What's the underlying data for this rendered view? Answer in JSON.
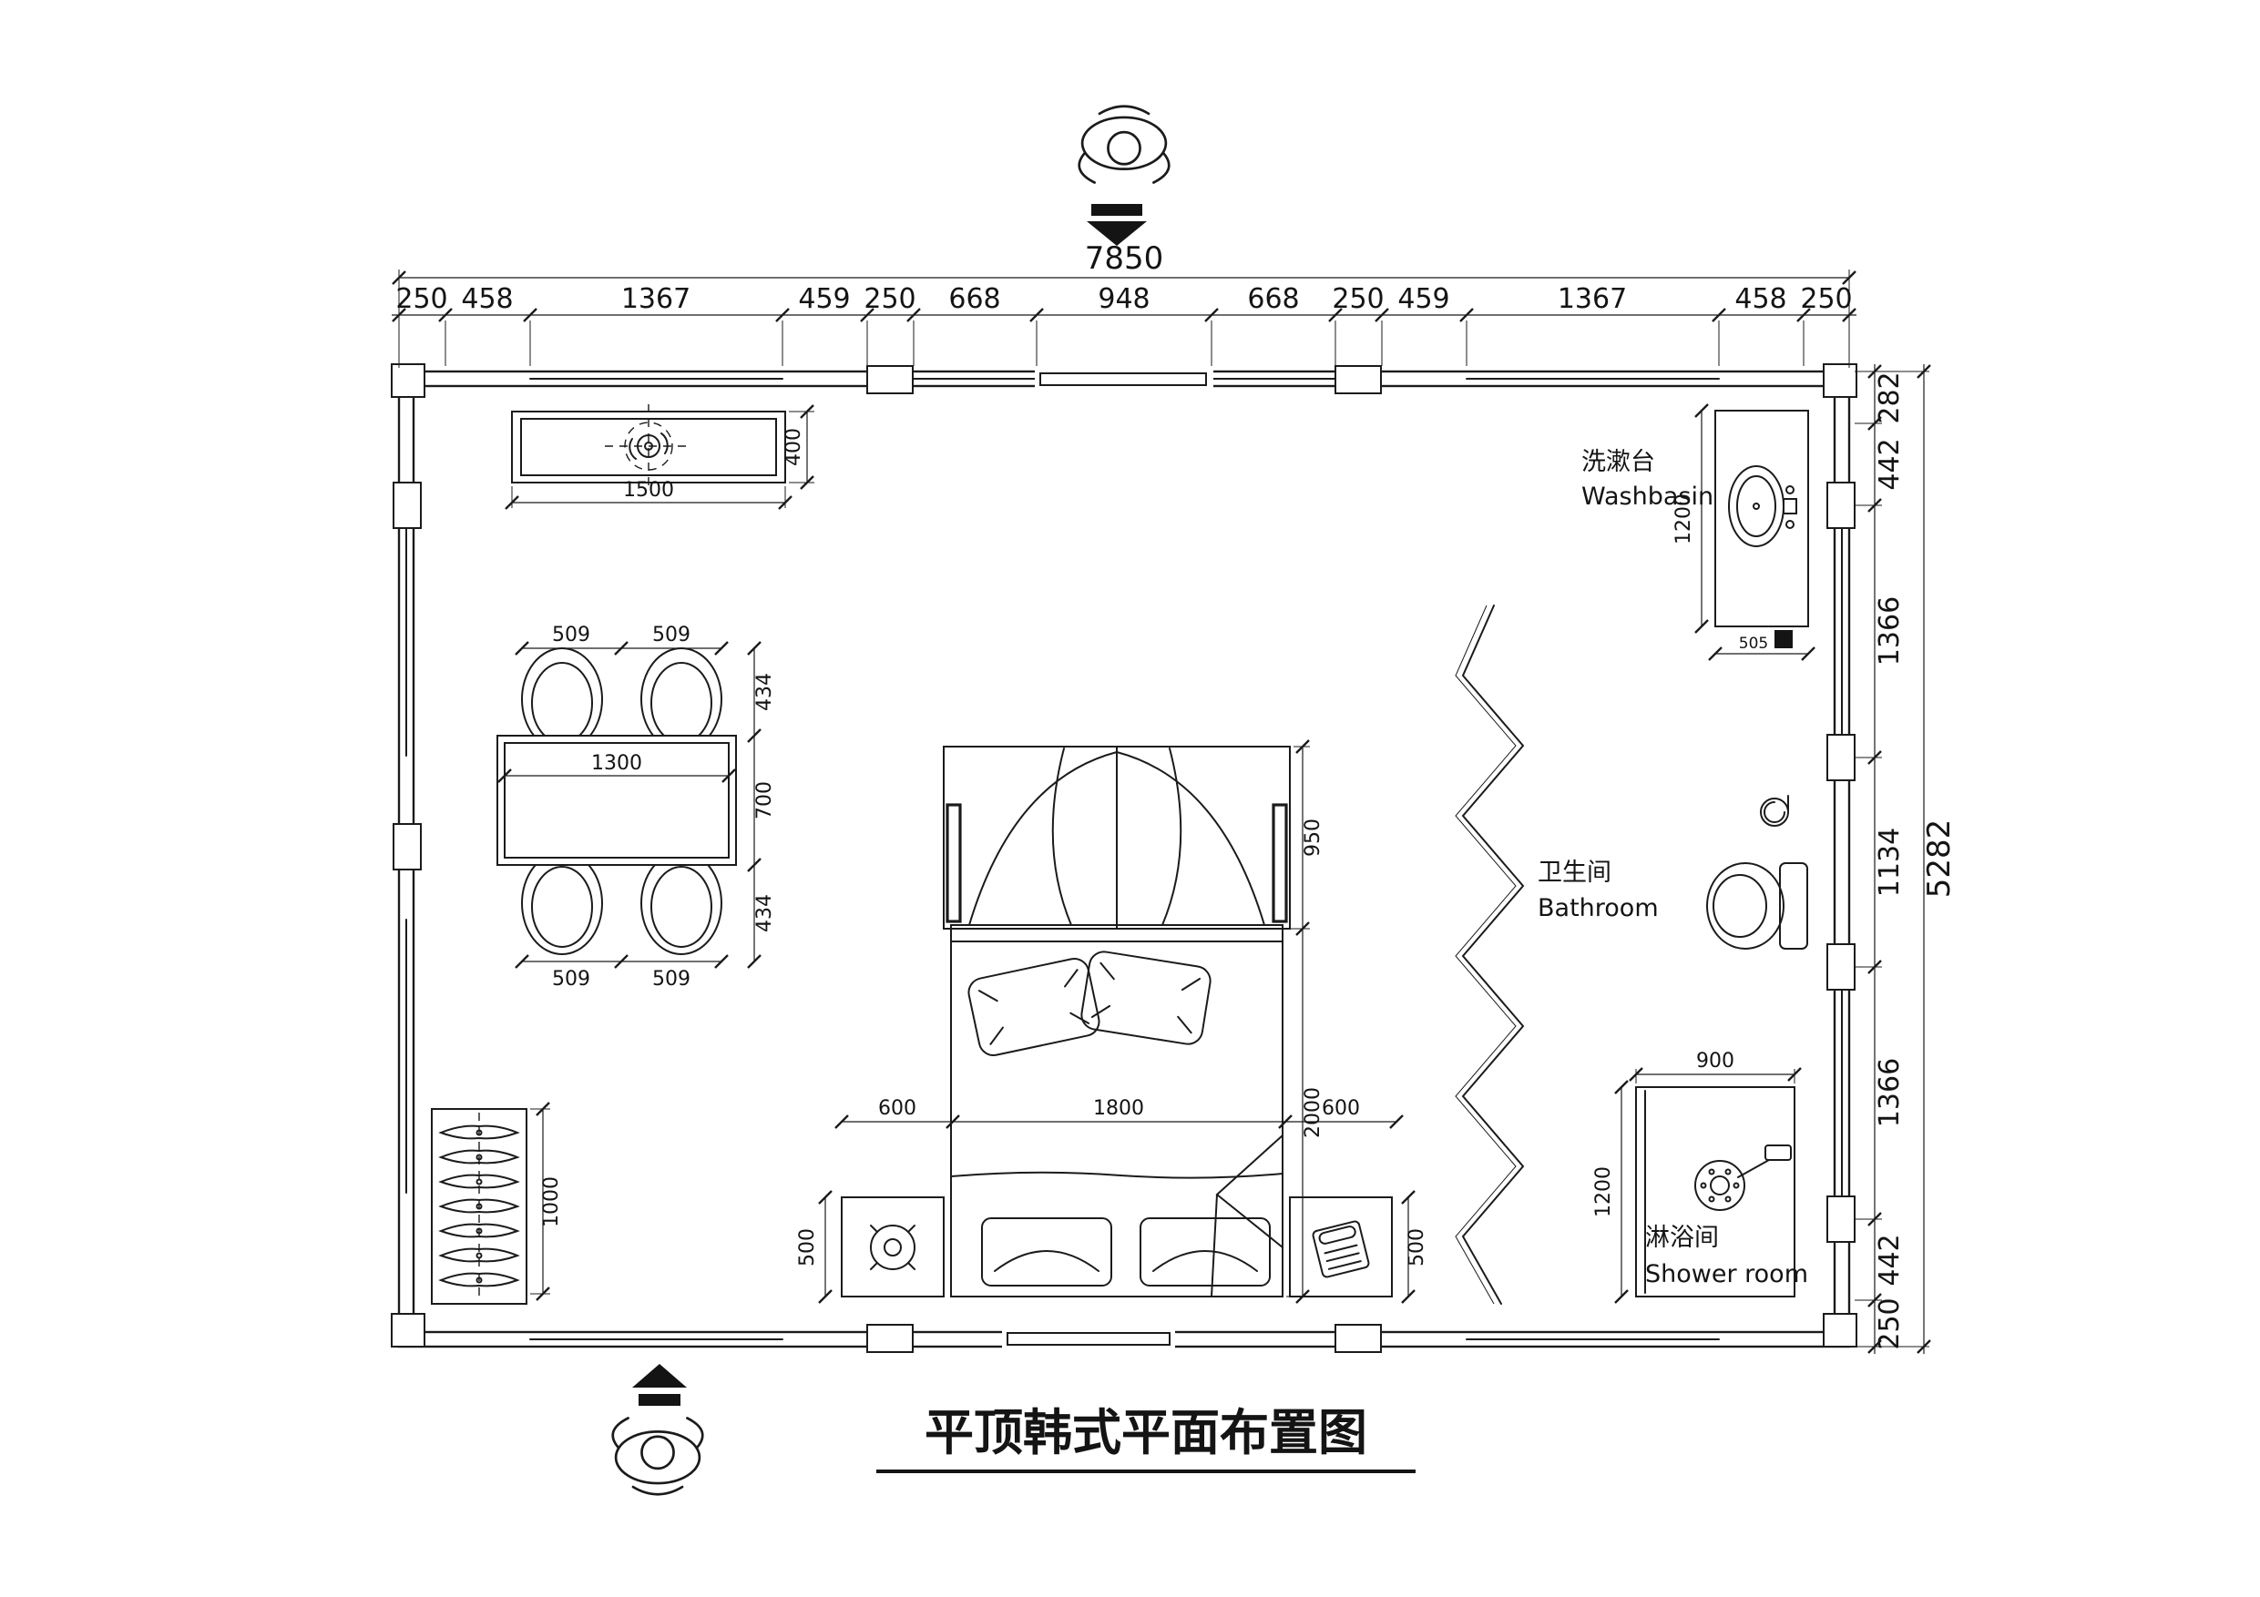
{
  "title": "平顶韩式平面布置图",
  "dimensions": {
    "top_total": "7850",
    "top_segments": [
      "250",
      "458",
      "1367",
      "459",
      "250",
      "668",
      "948",
      "668",
      "250",
      "459",
      "1367",
      "458",
      "250"
    ],
    "right_segments": [
      "282",
      "442",
      "1366",
      "1134",
      "1366",
      "442",
      "250"
    ],
    "right_total": "5282"
  },
  "rooms": {
    "washbasin_zh": "洗漱台",
    "washbasin_en": "Washbasin",
    "bathroom_zh": "卫生间",
    "bathroom_en": "Bathroom",
    "shower_zh": "淋浴间",
    "shower_en": "Shower room"
  },
  "furniture": {
    "tv_cabinet_width": "1500",
    "tv_cabinet_depth": "400",
    "dining_chair_top_left": "509",
    "dining_chair_top_right": "509",
    "dining_depth_top": "434",
    "dining_table_depth": "700",
    "dining_depth_bottom": "434",
    "dining_table_width": "1300",
    "dining_chair_bottom_left": "509",
    "dining_chair_bottom_right": "509",
    "wardrobe_width": "1000",
    "bed_canopy_depth": "950",
    "bed_length": "2000",
    "nightstand_left_width": "600",
    "bed_width": "1800",
    "nightstand_right_width": "600",
    "nightstand_left_depth": "500",
    "nightstand_right_depth": "500",
    "washbasin_counter_length": "1200",
    "washbasin_counter_width": "505",
    "shower_width": "900",
    "shower_depth": "1200"
  }
}
